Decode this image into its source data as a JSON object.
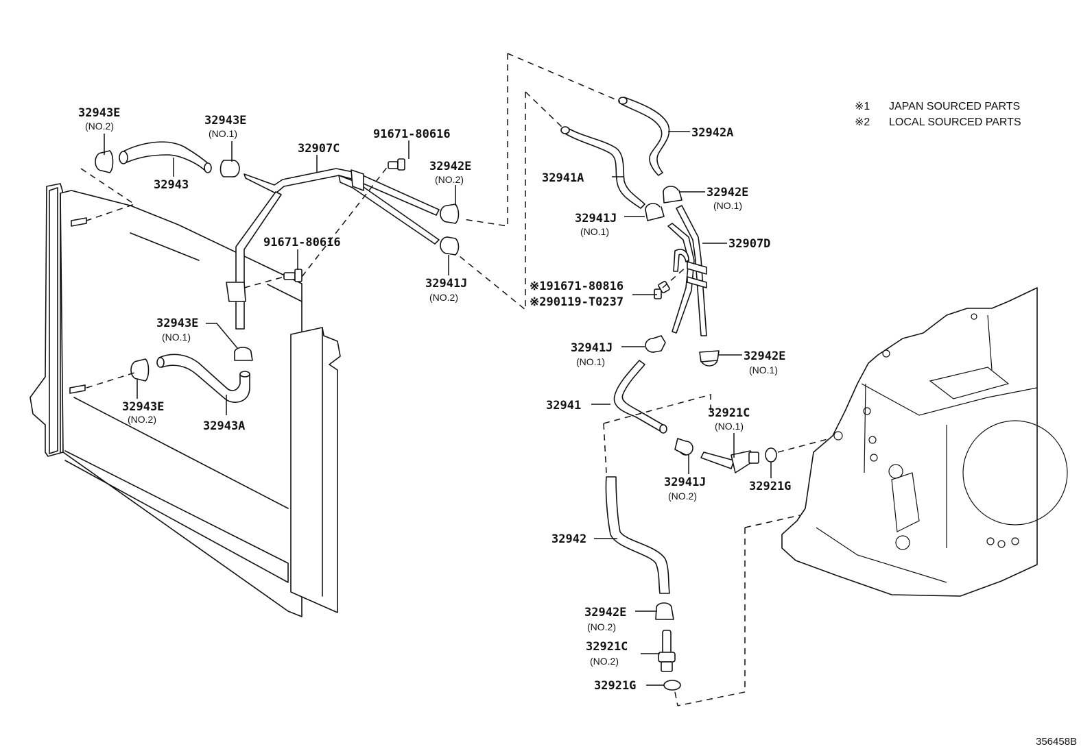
{
  "diagram": {
    "title": "Oil cooler & tube (automatic transmission) parts diagram",
    "doc_id": "356458B",
    "colors": {
      "ink": "#111111",
      "background": "#ffffff"
    },
    "legend": [
      {
        "mark": "※1",
        "text": "JAPAN SOURCED PARTS"
      },
      {
        "mark": "※2",
        "text": "LOCAL SOURCED PARTS"
      }
    ],
    "callouts": [
      {
        "id": "c1",
        "part": "32943E",
        "sub": "(NO.2)"
      },
      {
        "id": "c2",
        "part": "32943E",
        "sub": "(NO.1)"
      },
      {
        "id": "c3",
        "part": "32943",
        "sub": ""
      },
      {
        "id": "c4",
        "part": "32907C",
        "sub": ""
      },
      {
        "id": "c5",
        "part": "91671-80616",
        "sub": ""
      },
      {
        "id": "c6",
        "part": "32942E",
        "sub": "(NO.2)"
      },
      {
        "id": "c7",
        "part": "91671-80616",
        "sub": ""
      },
      {
        "id": "c8",
        "part": "32941J",
        "sub": "(NO.2)"
      },
      {
        "id": "c9",
        "part": "32943E",
        "sub": "(NO.1)"
      },
      {
        "id": "c10",
        "part": "32943E",
        "sub": "(NO.2)"
      },
      {
        "id": "c11",
        "part": "32943A",
        "sub": ""
      },
      {
        "id": "c12",
        "part": "32942A",
        "sub": ""
      },
      {
        "id": "c13",
        "part": "32941A",
        "sub": ""
      },
      {
        "id": "c14",
        "part": "32942E",
        "sub": "(NO.1)"
      },
      {
        "id": "c15",
        "part": "32941J",
        "sub": "(NO.1)"
      },
      {
        "id": "c16",
        "part": "32907D",
        "sub": ""
      },
      {
        "id": "c17",
        "part": "※191671-80816",
        "sub": ""
      },
      {
        "id": "c18",
        "part": "※290119-T0237",
        "sub": ""
      },
      {
        "id": "c19",
        "part": "32941J",
        "sub": "(NO.1)"
      },
      {
        "id": "c20",
        "part": "32942E",
        "sub": "(NO.1)"
      },
      {
        "id": "c21",
        "part": "32941",
        "sub": ""
      },
      {
        "id": "c22",
        "part": "32921C",
        "sub": "(NO.1)"
      },
      {
        "id": "c23",
        "part": "32941J",
        "sub": "(NO.2)"
      },
      {
        "id": "c24",
        "part": "32921G",
        "sub": ""
      },
      {
        "id": "c25",
        "part": "32942",
        "sub": ""
      },
      {
        "id": "c26",
        "part": "32942E",
        "sub": "(NO.2)"
      },
      {
        "id": "c27",
        "part": "32921C",
        "sub": "(NO.2)"
      },
      {
        "id": "c28",
        "part": "32921G",
        "sub": ""
      }
    ]
  }
}
